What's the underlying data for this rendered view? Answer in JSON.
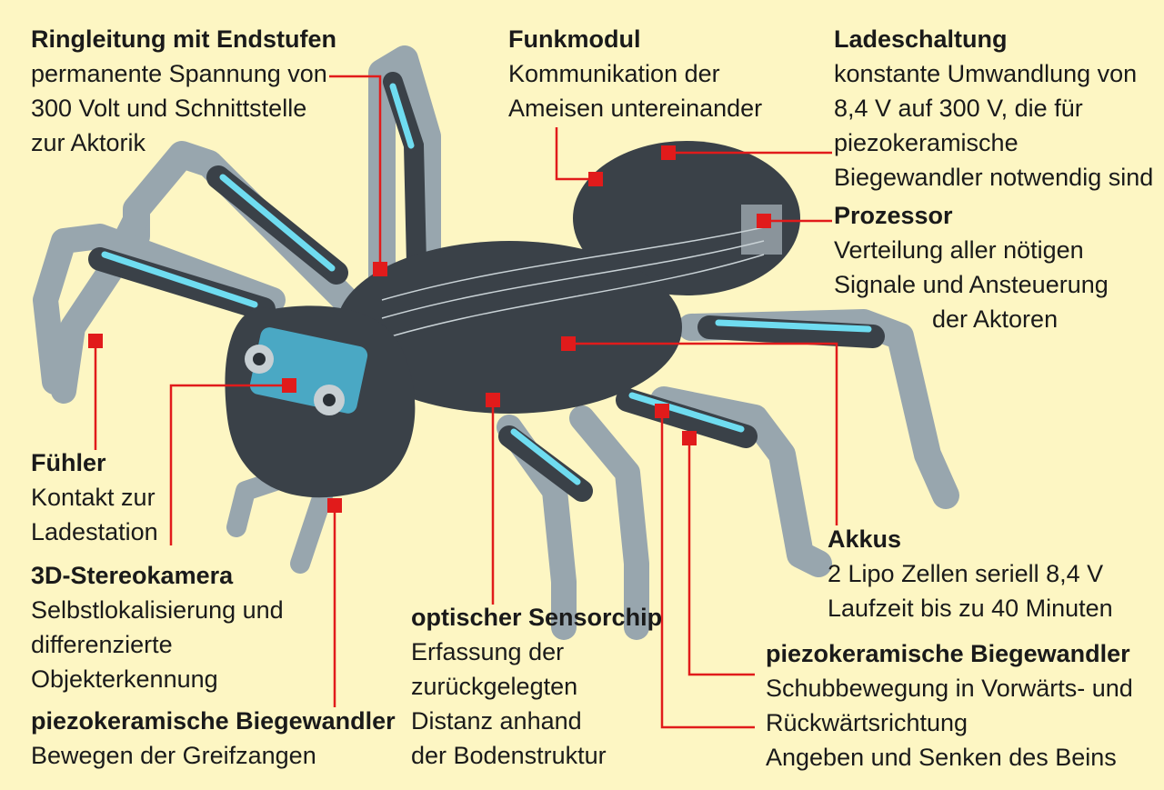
{
  "diagram": {
    "labels": [
      {
        "id": "ringleitung",
        "title": "Ringleitung mit Endstufen",
        "lines": [
          "permanente Spannung von",
          "300 Volt und Schnittstelle",
          "zur Aktorik"
        ]
      },
      {
        "id": "funkmodul",
        "title": "Funkmodul",
        "lines": [
          "Kommunikation der",
          "Ameisen untereinander"
        ]
      },
      {
        "id": "ladeschaltung",
        "title": "Ladeschaltung",
        "lines": [
          "konstante Umwandlung von",
          "8,4 V auf 300 V, die für",
          "piezokeramische",
          "Biegewandler notwendig sind"
        ]
      },
      {
        "id": "prozessor",
        "title": "Prozessor",
        "lines": [
          "Verteilung aller nötigen",
          "Signale und Ansteuerung",
          "der Aktoren"
        ]
      },
      {
        "id": "fuehler",
        "title": "Fühler",
        "lines": [
          "Kontakt zur",
          "Ladestation"
        ]
      },
      {
        "id": "stereokamera",
        "title": "3D-Stereokamera",
        "lines": [
          "Selbstlokalisierung und",
          "differenzierte",
          "Objekterkennung"
        ]
      },
      {
        "id": "biegewandler-greif",
        "title": "piezokeramische Biegewandler",
        "lines": [
          "Bewegen der Greifzangen"
        ]
      },
      {
        "id": "sensorchip",
        "title": "optischer Sensorchip",
        "lines": [
          "Erfassung der",
          "zurückgelegten",
          "Distanz anhand",
          "der Bodenstruktur"
        ]
      },
      {
        "id": "akkus",
        "title": "Akkus",
        "lines": [
          "2 Lipo Zellen seriell 8,4 V",
          "Laufzeit bis zu 40 Minuten"
        ]
      },
      {
        "id": "biegewandler-bein",
        "title": "piezokeramische Biegewandler",
        "lines": [
          "Schubbewegung in Vorwärts- und",
          "Rückwärtsrichtung",
          "Angeben und Senken des Beins"
        ]
      }
    ],
    "colors": {
      "background": "#fdf6c3",
      "leader": "#e11b1b",
      "body": "#3a4148",
      "leg": "#98a6ae",
      "accent": "#6fdcf0"
    }
  }
}
